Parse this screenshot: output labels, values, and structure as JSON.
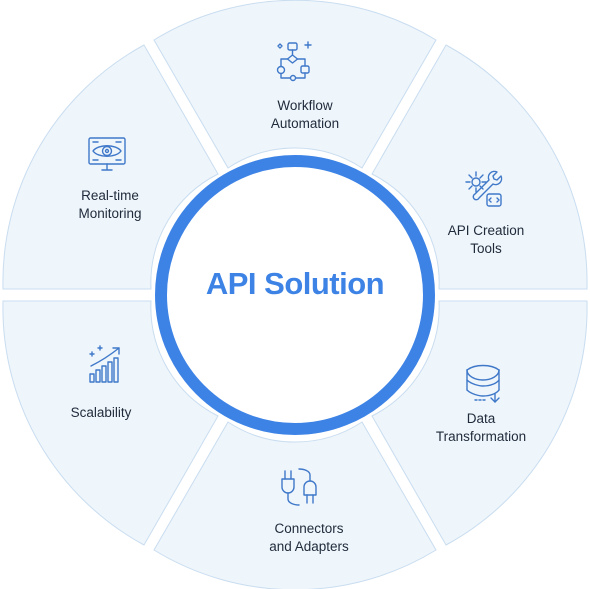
{
  "center": {
    "title": "API Solution"
  },
  "colors": {
    "segment_fill": "#eef5fb",
    "segment_stroke": "#c9ddf0",
    "ring": "#3d83e6",
    "icon": "#3f78c9",
    "text": "#1f2a3a"
  },
  "segments": [
    {
      "id": "workflow",
      "icon": "workflow-icon",
      "lines": [
        "Workflow",
        "Automation"
      ]
    },
    {
      "id": "api-creation",
      "icon": "api-tools-icon",
      "lines": [
        "API Creation",
        "Tools"
      ]
    },
    {
      "id": "data-transformation",
      "icon": "data-transformation-icon",
      "lines": [
        "Data",
        "Transformation"
      ]
    },
    {
      "id": "connectors",
      "icon": "connectors-icon",
      "lines": [
        "Connectors",
        "and Adapters"
      ]
    },
    {
      "id": "scalability",
      "icon": "scalability-icon",
      "lines": [
        "Scalability"
      ]
    },
    {
      "id": "monitoring",
      "icon": "monitoring-icon",
      "lines": [
        "Real-time",
        "Monitoring"
      ]
    }
  ]
}
